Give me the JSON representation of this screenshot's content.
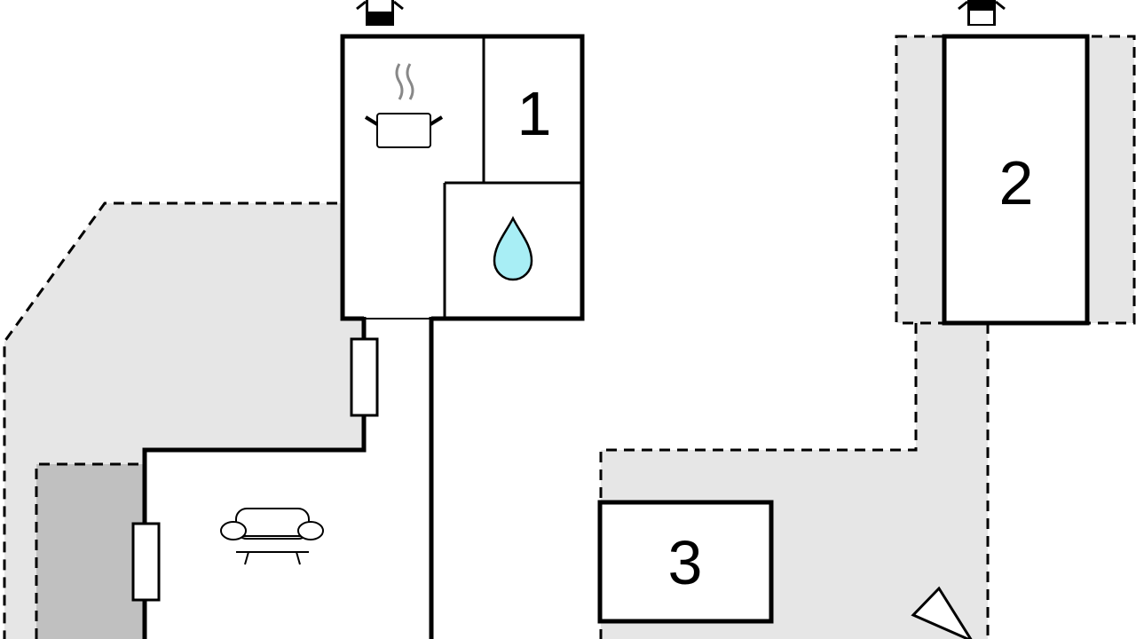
{
  "rooms": [
    {
      "id": "room-1",
      "label": "1"
    },
    {
      "id": "room-2",
      "label": "2"
    },
    {
      "id": "room-3",
      "label": "3"
    }
  ],
  "icons": [
    "kitchen-pot-icon",
    "water-drop-icon",
    "sofa-icon",
    "chimney-icon",
    "direction-marker-icon"
  ],
  "colors": {
    "terrace": "#e6e6e6",
    "covered": "#c0c0c0",
    "water": "#a8eef5",
    "wall": "#000000"
  }
}
